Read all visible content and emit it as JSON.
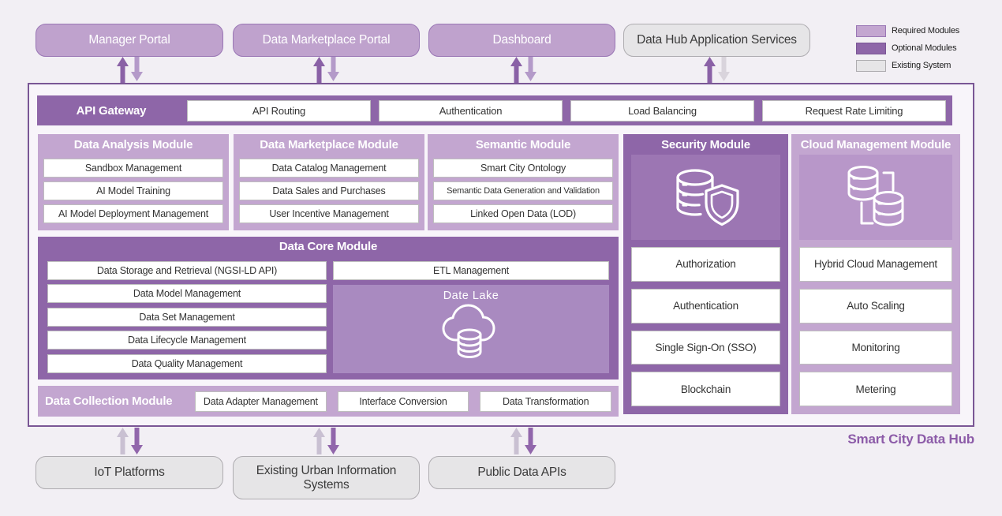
{
  "legend": {
    "required": {
      "label": "Required Modules",
      "color": "#c3a6d0"
    },
    "optional": {
      "label": "Optional Modules",
      "color": "#8e66a8"
    },
    "existing": {
      "label": "Existing System",
      "color": "#e6e5e7"
    }
  },
  "portals": {
    "manager": "Manager Portal",
    "marketplace": "Data Marketplace Portal",
    "dashboard": "Dashboard",
    "app_services": "Data Hub Application Services"
  },
  "api_gateway": {
    "title": "API Gateway",
    "items": [
      "API Routing",
      "Authentication",
      "Load Balancing",
      "Request Rate Limiting"
    ]
  },
  "modules": {
    "data_analysis": {
      "title": "Data Analysis Module",
      "items": [
        "Sandbox Management",
        "AI Model Training",
        "AI Model Deployment Management"
      ]
    },
    "data_marketplace": {
      "title": "Data Marketplace Module",
      "items": [
        "Data Catalog Management",
        "Data Sales and Purchases",
        "User Incentive Management"
      ]
    },
    "semantic": {
      "title": "Semantic Module",
      "items": [
        "Smart City Ontology",
        "Semantic Data Generation and Validation",
        "Linked Open Data (LOD)"
      ]
    },
    "security": {
      "title": "Security Module",
      "icon": "database-shield-icon",
      "items": [
        "Authorization",
        "Authentication",
        "Single Sign-On (SSO)",
        "Blockchain"
      ]
    },
    "cloud": {
      "title": "Cloud Management Module",
      "icon": "database-sync-icon",
      "items": [
        "Hybrid Cloud Management",
        "Auto Scaling",
        "Monitoring",
        "Metering"
      ]
    },
    "data_core": {
      "title": "Data Core Module",
      "left_items": [
        "Data Storage and Retrieval (NGSI-LD API)",
        "Data Model Management",
        "Data Set Management",
        "Data Lifecycle Management",
        "Data Quality Management"
      ],
      "etl": "ETL Management",
      "data_lake": {
        "label": "Date Lake",
        "icon": "cloud-database-icon"
      }
    },
    "data_collection": {
      "title": "Data Collection Module",
      "items": [
        "Data Adapter Management",
        "Interface Conversion",
        "Data Transformation"
      ]
    }
  },
  "external_systems": {
    "iot": "IoT Platforms",
    "urban": "Existing Urban Information Systems",
    "public_api": "Public Data APIs"
  },
  "footer_label": "Smart City Data Hub"
}
